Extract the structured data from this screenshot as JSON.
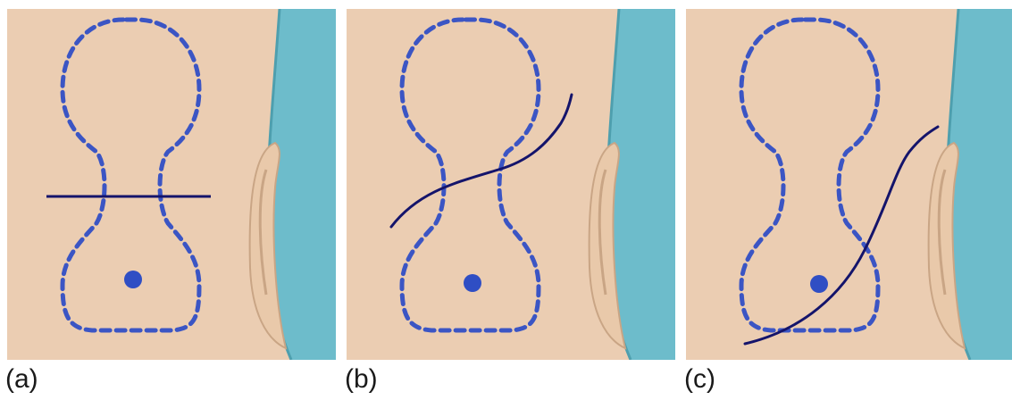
{
  "panels": [
    {
      "label": "(a)",
      "incision": "horizontal"
    },
    {
      "label": "(b)",
      "incision": "gentle-s-curve"
    },
    {
      "label": "(c)",
      "incision": "long-diagonal-curve"
    }
  ],
  "colors": {
    "skin": "#ebcdb2",
    "drape": "#6dbccb",
    "outline": "#3b55c4",
    "incision": "#14146b",
    "dot": "#2f4ec4",
    "ear": "#e9c9aa",
    "ear_shadow": "#c9a585"
  }
}
